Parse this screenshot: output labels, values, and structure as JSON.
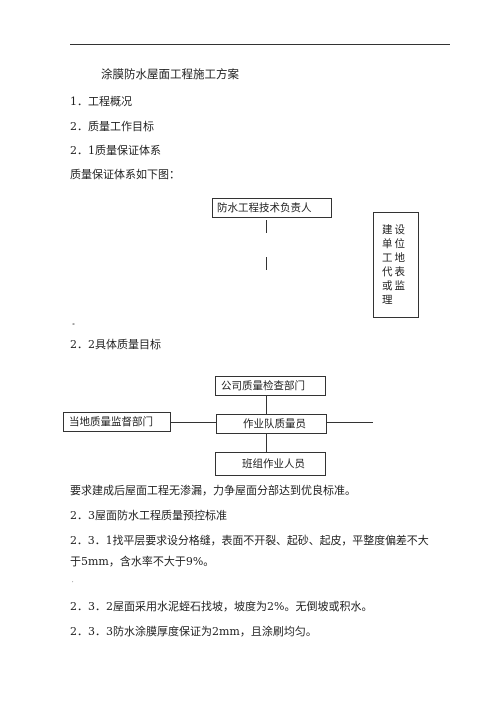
{
  "doc": {
    "title": "涂膜防水屋面工程施工方案",
    "s1": "1．工程概况",
    "s2": "2．质量工作目标",
    "s21": "2．1质量保证体系",
    "s21_intro": "质量保证体系如下图：",
    "mark1": "°",
    "s22": "2．2具体质量目标",
    "target_text": "要求建成后屋面工程无渗漏，力争屋面分部达到优良标准。",
    "s23": "2．3屋面防水工程质量预控标准",
    "s231_line1": "2．3．1找平层要求设分格缝，表面不开裂、起砂、起皮，平整度偏差不大",
    "s231_line2": "于5mm，含水率不大于9%。",
    "mark2": "′",
    "s232": "2．3．2屋面采用水泥蛭石找坡，坡度为2%。无倒坡或积水。",
    "s233": "2．3．3防水涂膜厚度保证为2mm，且涂刷均匀。"
  },
  "chart1": {
    "head_box": "防水工程技术负责人",
    "side_box": "建设单位工地代表或监理"
  },
  "chart2": {
    "company_box": "公司质量检查部门",
    "local_box": "当地质量监督部门",
    "team_box": "作业队质量员",
    "crew_box": "班组作业人员"
  }
}
